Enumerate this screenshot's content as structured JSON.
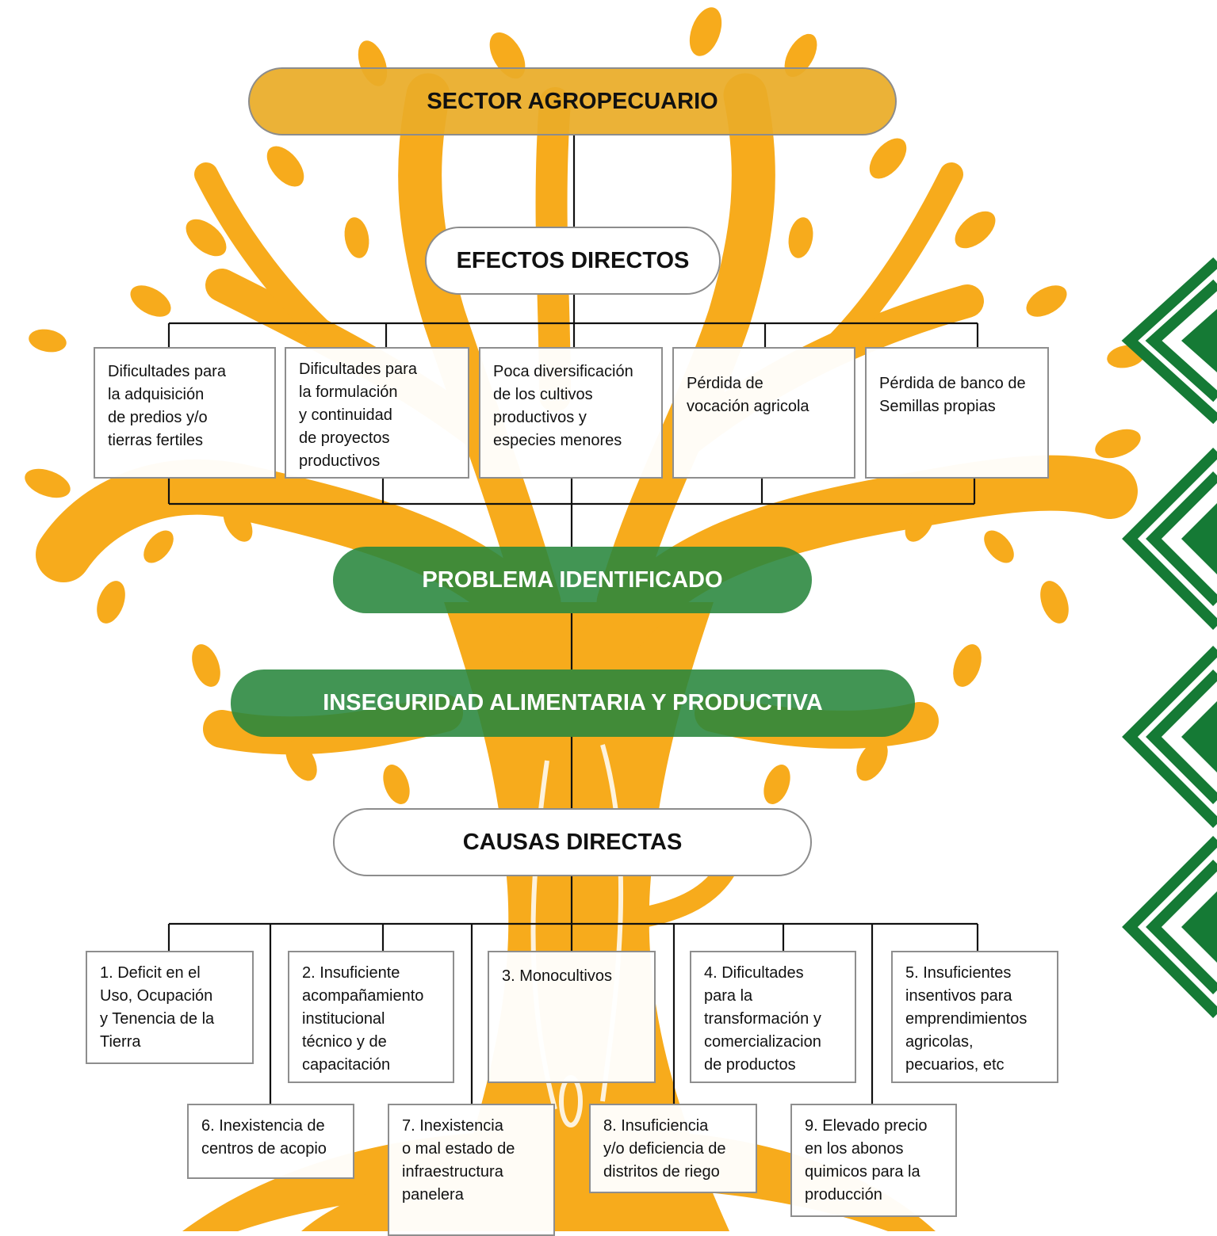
{
  "diagram": {
    "colors": {
      "tree": "#f7ab1c",
      "sector_pill": "#eaac28",
      "green_pill": "#28863c",
      "chevron": "#157a35"
    },
    "sector_title": "SECTOR AGROPECUARIO",
    "effects_title": "EFECTOS DIRECTOS",
    "effects": [
      "Dificultades para\nla adquisición\nde predios y/o\ntierras fertiles",
      "Dificultades para\nla formulación\ny continuidad\nde proyectos\nproductivos",
      "Poca diversificación\nde los cultivos\nproductivos y\nespecies menores",
      "Pérdida de\nvocación agricola",
      "Pérdida de banco de\nSemillas propias"
    ],
    "problem_label": "PROBLEMA IDENTIFICADO",
    "problem_statement": "INSEGURIDAD ALIMENTARIA Y PRODUCTIVA",
    "causes_title": "CAUSAS DIRECTAS",
    "causes": [
      "1. Deficit en el\nUso, Ocupación\ny Tenencia de la\nTierra",
      "2. Insuficiente\nacompañamiento\ninstitucional\ntécnico y de\ncapacitación",
      "3. Monocultivos",
      "4. Dificultades\npara la\ntransformación y\ncomercializacion\nde productos",
      "5. Insuficientes\ninsentivos para\nemprendimientos\nagricolas,\npecuarios, etc",
      "6. Inexistencia de\ncentros de acopio",
      "7. Inexistencia\no mal estado de\ninfraestructura\npanelera",
      "8. Insuficiencia\ny/o deficiencia de\ndistritos de riego",
      "9. Elevado precio\nen los abonos\nquimicos para la\nproducción"
    ]
  }
}
